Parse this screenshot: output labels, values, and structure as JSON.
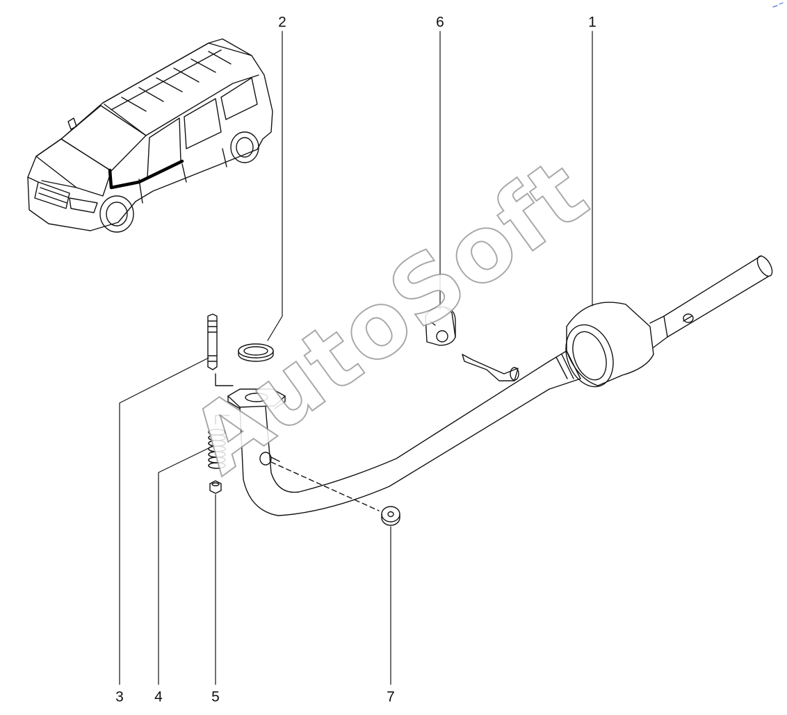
{
  "watermark": "AutoSoft",
  "callouts": {
    "c1": "1",
    "c2": "2",
    "c3": "3",
    "c4": "4",
    "c5": "5",
    "c6": "6",
    "c7": "7"
  },
  "parts": [
    "exhaust pipe with catalytic converter",
    "gasket",
    "stud",
    "spring",
    "nut",
    "rubber mount",
    "washer"
  ]
}
